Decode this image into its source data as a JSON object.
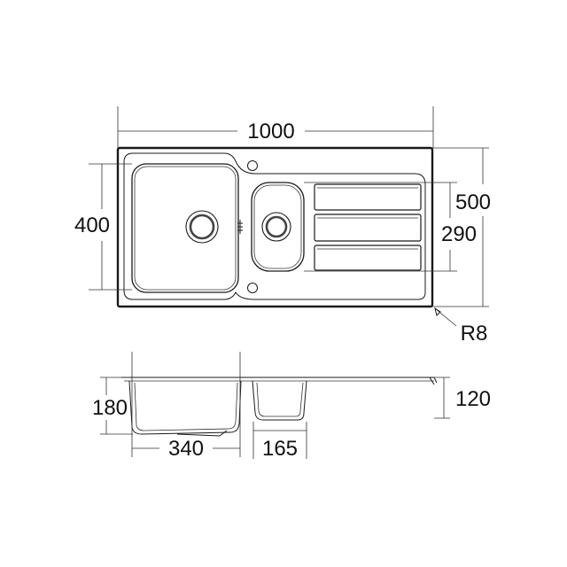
{
  "dimensions": {
    "overall_width": "1000",
    "overall_depth": "500",
    "bowl_depth": "400",
    "half_bowl_depth": "290",
    "corner_radius": "R8",
    "bowl_height": "180",
    "bowl_width": "340",
    "half_bowl_width": "165",
    "drainer_height": "120"
  },
  "colors": {
    "line": "#1a1a1a",
    "background": "#ffffff",
    "waste_ring": "#444444"
  }
}
